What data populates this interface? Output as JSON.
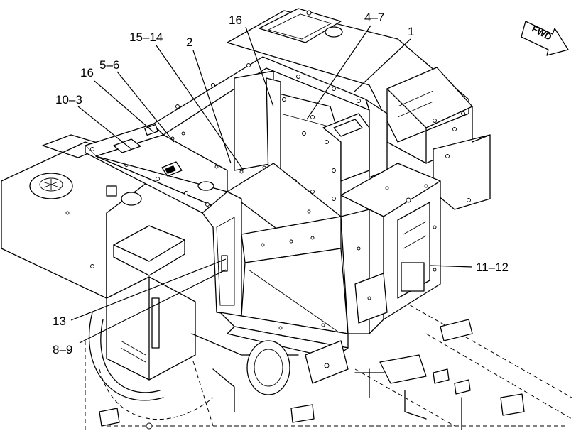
{
  "direction_indicator": {
    "label": "FWD"
  },
  "callouts": [
    {
      "id": "c-16a",
      "label": "16"
    },
    {
      "id": "c-4-7",
      "label": "4–7"
    },
    {
      "id": "c-1",
      "label": "1"
    },
    {
      "id": "c-15-14",
      "label": "15–14"
    },
    {
      "id": "c-2",
      "label": "2"
    },
    {
      "id": "c-5-6",
      "label": "5–6"
    },
    {
      "id": "c-16b",
      "label": "16"
    },
    {
      "id": "c-10-3",
      "label": "10–3"
    },
    {
      "id": "c-11-12",
      "label": "11–12"
    },
    {
      "id": "c-13",
      "label": "13"
    },
    {
      "id": "c-8-9",
      "label": "8–9"
    }
  ]
}
